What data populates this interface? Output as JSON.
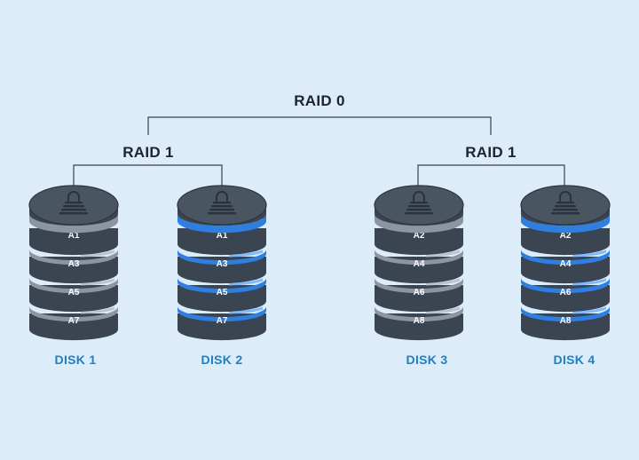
{
  "raid0": {
    "label": "RAID 0"
  },
  "raid1_left": {
    "label": "RAID 1"
  },
  "raid1_right": {
    "label": "RAID 1"
  },
  "disks": [
    {
      "label": "DISK 1",
      "blocks": [
        "A1",
        "A3",
        "A5",
        "A7"
      ],
      "ring": "gray"
    },
    {
      "label": "DISK 2",
      "blocks": [
        "A1",
        "A3",
        "A5",
        "A7"
      ],
      "ring": "blue"
    },
    {
      "label": "DISK 3",
      "blocks": [
        "A2",
        "A4",
        "A6",
        "A8"
      ],
      "ring": "gray"
    },
    {
      "label": "DISK 4",
      "blocks": [
        "A2",
        "A4",
        "A6",
        "A8"
      ],
      "ring": "blue"
    }
  ],
  "colors": {
    "background": "#dcecf9",
    "disk_body": "#3b4552",
    "disk_top": "#4a5562",
    "disk_label": "#1d7fc4",
    "ring_gray": "#8c96a3",
    "ring_blue": "#2f7fe0",
    "connector": "#3a4250"
  },
  "icons": {
    "disk_top": "server-lock-icon"
  }
}
